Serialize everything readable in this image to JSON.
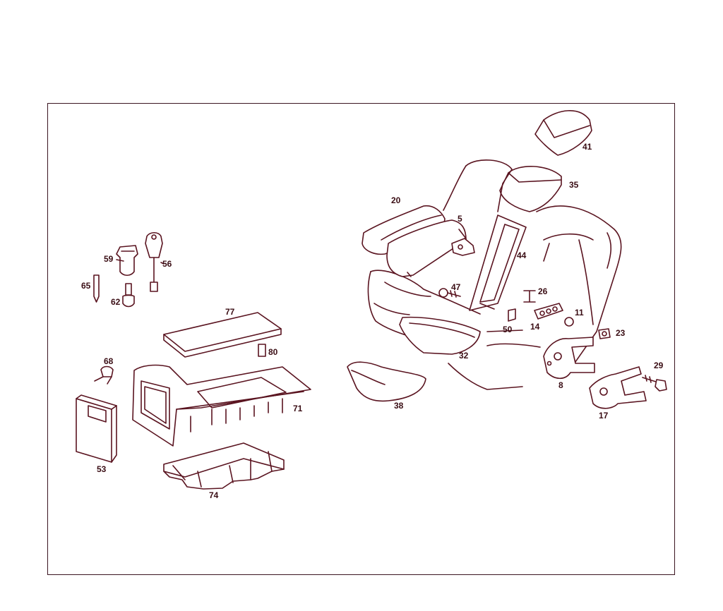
{
  "colors": {
    "line": "#5a1420",
    "label": "#3a0d14",
    "frame": "#3a1420",
    "background": "#ffffff"
  },
  "callouts": {
    "c41": "41",
    "c35": "35",
    "c20": "20",
    "c5": "5",
    "c44": "44",
    "c47": "47",
    "c26": "26",
    "c11": "11",
    "c14": "14",
    "c50": "50",
    "c23": "23",
    "c32": "32",
    "c8": "8",
    "c29": "29",
    "c17": "17",
    "c38": "38",
    "c59": "59",
    "c56": "56",
    "c65": "65",
    "c62": "62",
    "c77": "77",
    "c80": "80",
    "c68": "68",
    "c71": "71",
    "c53": "53",
    "c74": "74"
  }
}
